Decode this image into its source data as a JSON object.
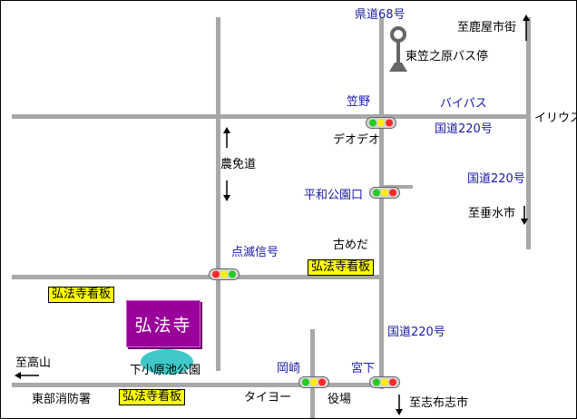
{
  "colors": {
    "road": "#a8a8a8",
    "label_blue": "#1a1aaa",
    "sign_yellow": "#ffff00",
    "temple": "#990099",
    "pond": "#40c8c8",
    "signal_red": "#ff2a2a",
    "signal_yellow": "#ffee00",
    "signal_green": "#22cc22"
  },
  "labels": {
    "route68": "県道68号",
    "to_kanoya_top": "至鹿屋市街",
    "bus_stop": "東笠之原バス停",
    "kasano": "笠野",
    "bypass": "バイパス",
    "irious": "イリウス",
    "route220_upper": "国道220号",
    "deodeo": "デオデオ",
    "farm_road": "農免道",
    "route220_right": "国道220号",
    "heiwa_park": "平和公園口",
    "to_tarumizu": "至垂水市",
    "tenmetsu": "点滅信号",
    "komeda": "古めだ",
    "route220_lower": "国道220号",
    "to_takayama": "至高山",
    "park": "下小原池公園",
    "okazaki": "岡崎",
    "miyashita": "宮下",
    "fire_station": "東部消防署",
    "taiyo": "タイヨー",
    "city_hall": "役場",
    "to_shibushi": "至志布志市"
  },
  "temple": {
    "name": "弘法寺"
  },
  "signs": {
    "left": "弘法寺看板",
    "center": "弘法寺看板",
    "bottom": "弘法寺看板"
  },
  "icons": {
    "traffic_signal": "traffic-signal-icon",
    "bus_stop": "bus-stop-icon",
    "arrow": "arrow-icon"
  }
}
